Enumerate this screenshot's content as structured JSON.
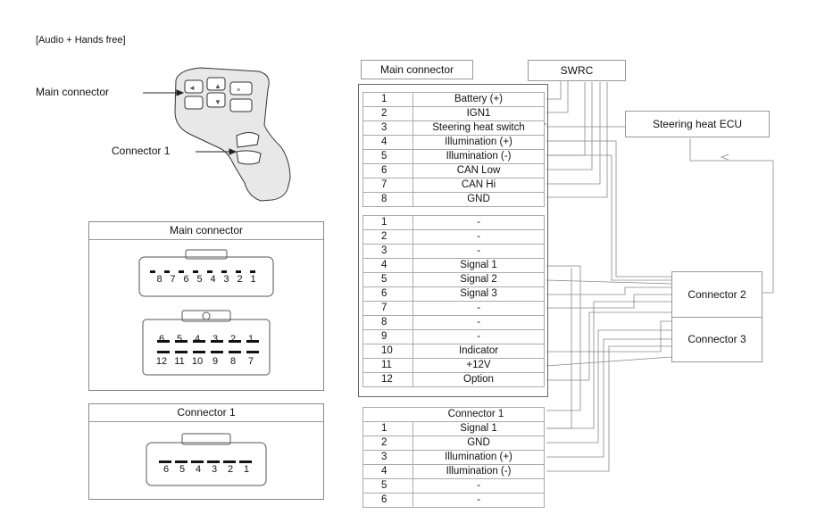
{
  "heading": "[Audio + Hands free]",
  "callouts": {
    "main_connector": "Main connector",
    "connector_1": "Connector 1"
  },
  "pinout_main": {
    "title": "Main connector",
    "top_pins": [
      "8",
      "7",
      "6",
      "5",
      "4",
      "3",
      "2",
      "1"
    ],
    "bottom_row1": [
      "6",
      "5",
      "4",
      "3",
      "2",
      "1"
    ],
    "bottom_row2": [
      "12",
      "11",
      "10",
      "9",
      "8",
      "7"
    ]
  },
  "pinout_conn1": {
    "title": "Connector 1",
    "pins": [
      "6",
      "5",
      "4",
      "3",
      "2",
      "1"
    ]
  },
  "main_table": {
    "header": "Main connector",
    "rows_a": [
      {
        "pin": "1",
        "signal": "Battery (+)"
      },
      {
        "pin": "2",
        "signal": "IGN1"
      },
      {
        "pin": "3",
        "signal": "Steering heat switch"
      },
      {
        "pin": "4",
        "signal": "Illumination (+)"
      },
      {
        "pin": "5",
        "signal": "Illumination (-)"
      },
      {
        "pin": "6",
        "signal": "CAN Low"
      },
      {
        "pin": "7",
        "signal": "CAN Hi"
      },
      {
        "pin": "8",
        "signal": "GND"
      }
    ],
    "rows_b": [
      {
        "pin": "1",
        "signal": "-"
      },
      {
        "pin": "2",
        "signal": "-"
      },
      {
        "pin": "3",
        "signal": "-"
      },
      {
        "pin": "4",
        "signal": "Signal 1"
      },
      {
        "pin": "5",
        "signal": "Signal 2"
      },
      {
        "pin": "6",
        "signal": "Signal 3"
      },
      {
        "pin": "7",
        "signal": "-"
      },
      {
        "pin": "8",
        "signal": "-"
      },
      {
        "pin": "9",
        "signal": "-"
      },
      {
        "pin": "10",
        "signal": "Indicator"
      },
      {
        "pin": "11",
        "signal": "+12V"
      },
      {
        "pin": "12",
        "signal": "Option"
      }
    ]
  },
  "conn1_table": {
    "header": "Connector 1",
    "rows": [
      {
        "pin": "1",
        "signal": "Signal 1"
      },
      {
        "pin": "2",
        "signal": "GND"
      },
      {
        "pin": "3",
        "signal": "Illumination (+)"
      },
      {
        "pin": "4",
        "signal": "Illumination (-)"
      },
      {
        "pin": "5",
        "signal": "-"
      },
      {
        "pin": "6",
        "signal": "-"
      }
    ]
  },
  "blocks": {
    "swrc": "SWRC",
    "steering_ecu": "Steering heat  ECU",
    "connector_2": "Connector 2",
    "connector_3": "Connector 3"
  }
}
